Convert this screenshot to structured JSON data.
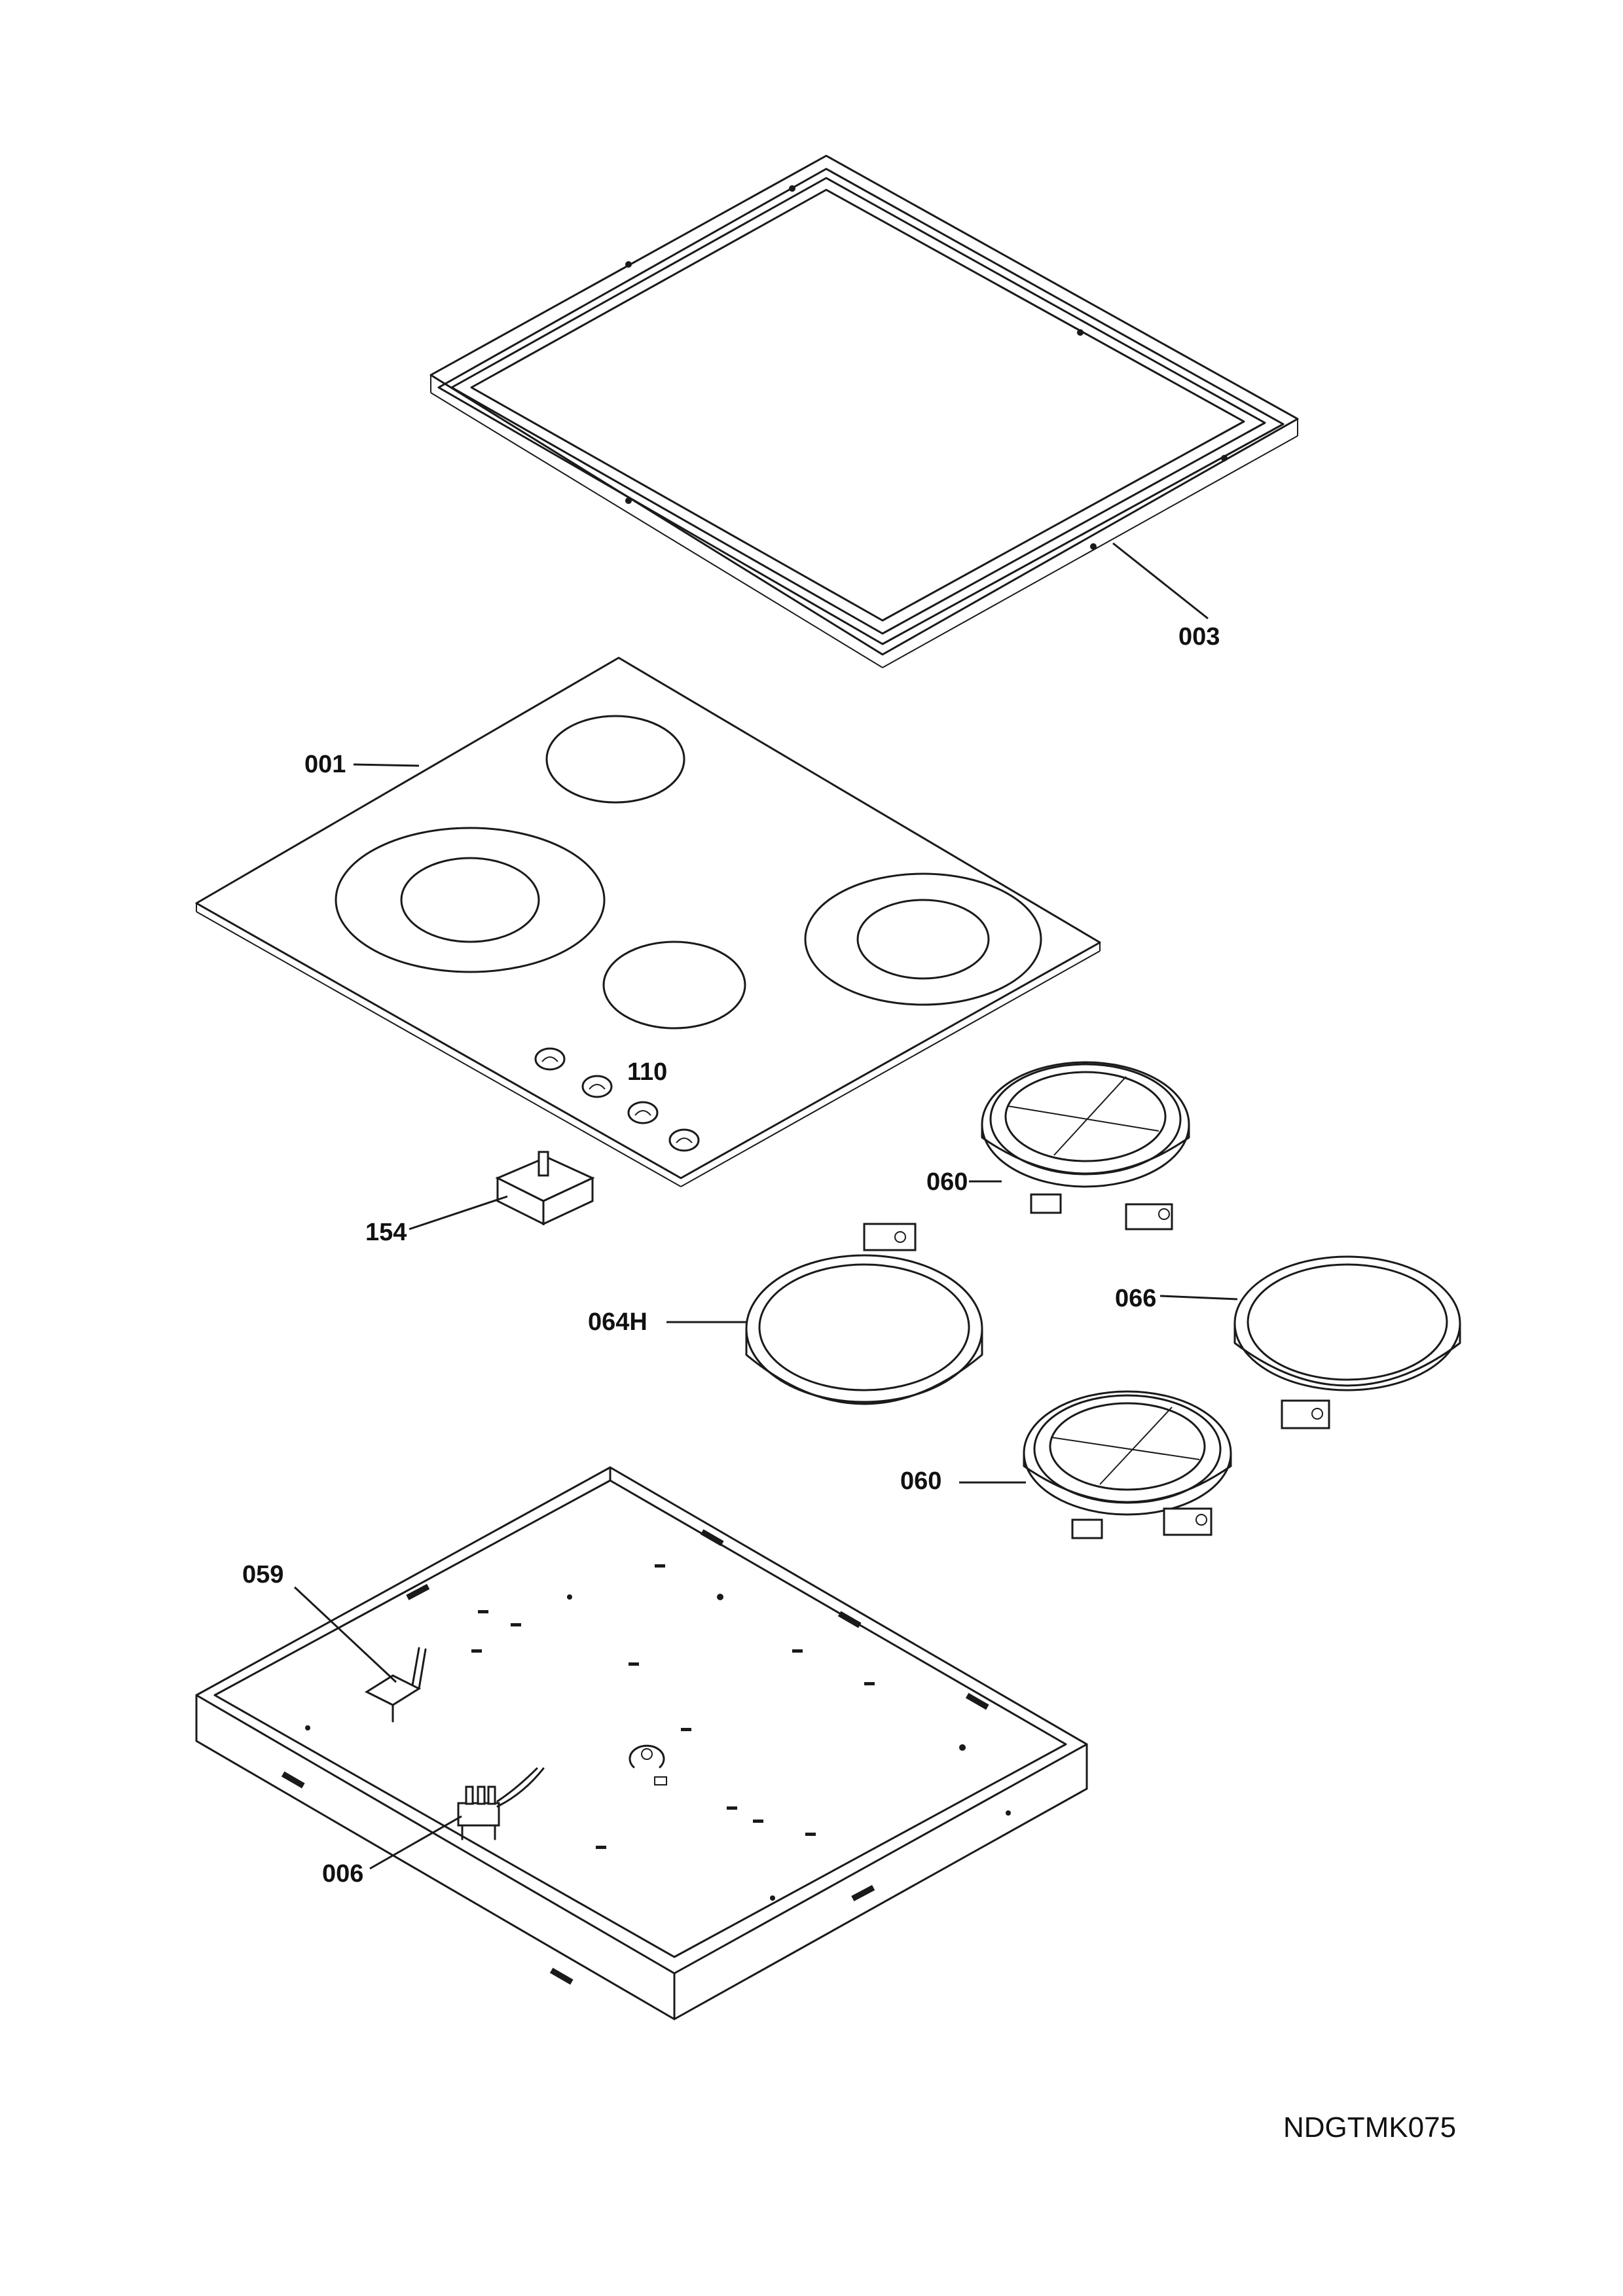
{
  "labels": {
    "frame": "003",
    "glass_top": "001",
    "knobs": "110",
    "switch_block": "154",
    "heating_element_top": "060",
    "heating_element_large": "064H",
    "heating_element_right": "066",
    "heating_element_bottom": "060",
    "bracket": "059",
    "terminal_block": "006"
  },
  "document_code": "NDGTMK075"
}
